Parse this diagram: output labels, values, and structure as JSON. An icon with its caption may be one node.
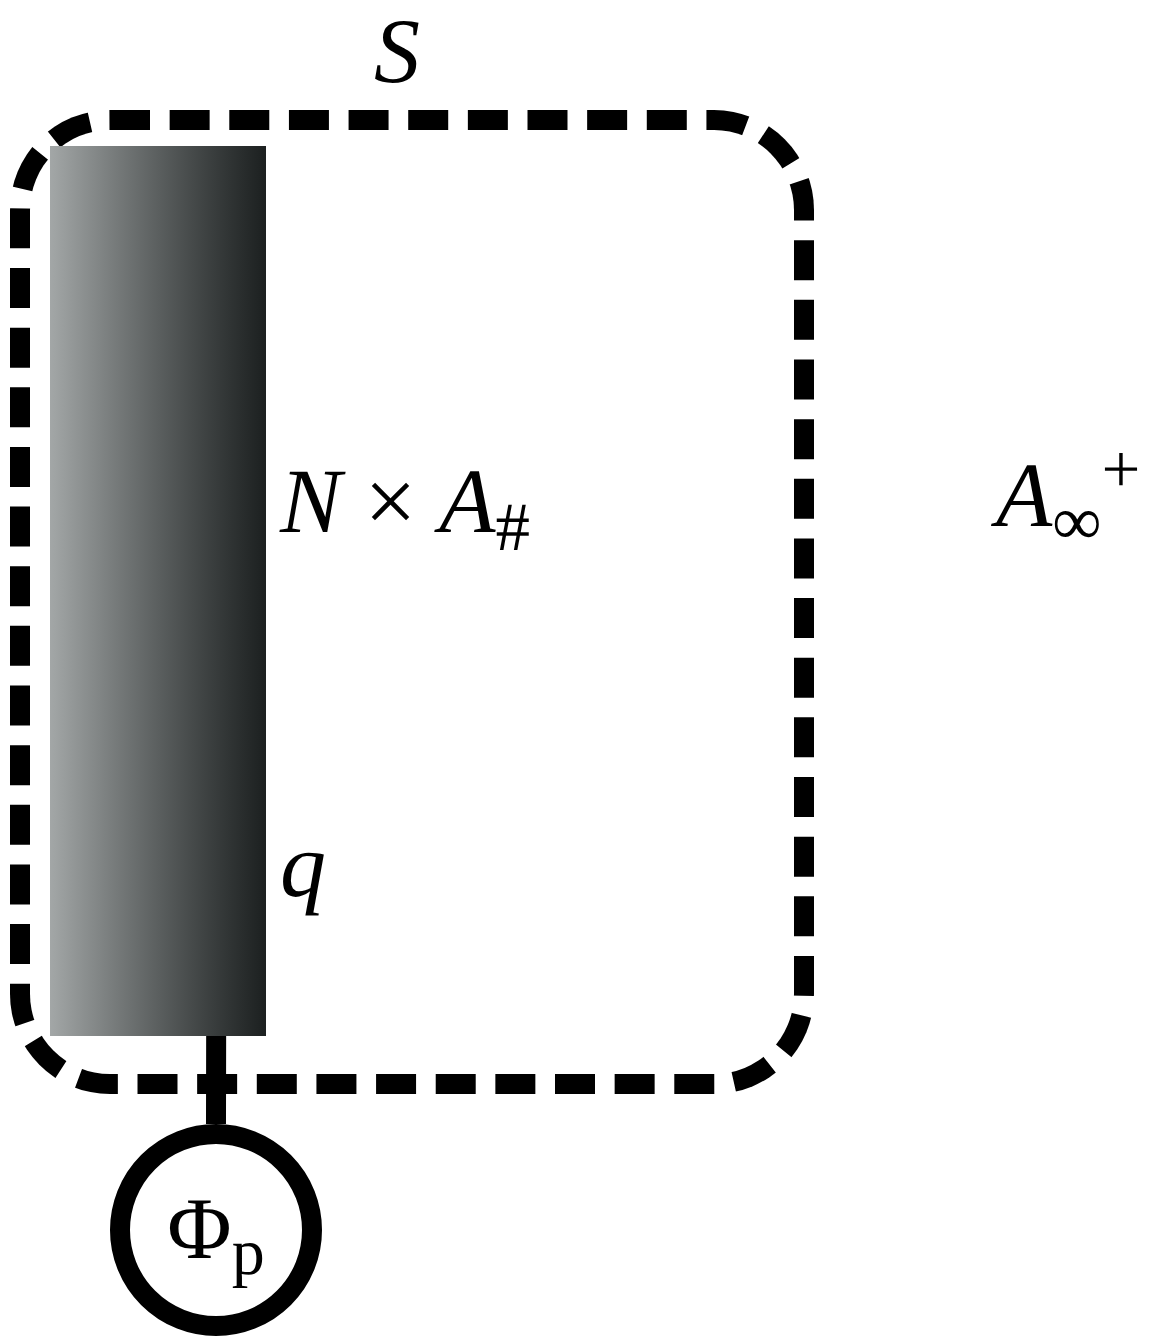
{
  "diagram": {
    "nodes": [
      {
        "text": [
          "S"
        ]
      },
      {
        "text": [],
        "shape": "bar",
        "in": 0,
        "beside": [
          "*N* × *A*$_{#}$",
          "q"
        ]
      },
      {
        "text": [
          "Φ$_{p}$"
        ]
      }
    ],
    "edges": [
      {
        "from": 1,
        "to": 2,
        "arrow": "none"
      }
    ],
    "labels": [
      "*A*$_{∞}$$^{+}$"
    ]
  }
}
